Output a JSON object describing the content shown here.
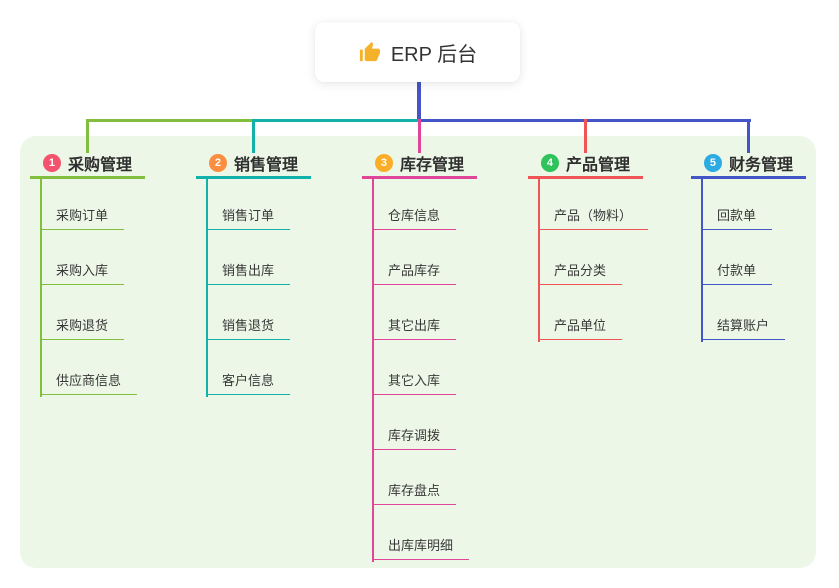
{
  "root": {
    "label": "ERP 后台",
    "icon": "thumbs-up-icon"
  },
  "colors": {
    "connector": "#4456c7",
    "panel_bg": "#edf7e7",
    "node_bg": "#ffffff"
  },
  "branches": [
    {
      "index": "1",
      "title": "采购管理",
      "badge_color": "#f4536e",
      "line_color": "#82bf3e",
      "children": [
        "采购订单",
        "采购入库",
        "采购退货",
        "供应商信息"
      ]
    },
    {
      "index": "2",
      "title": "销售管理",
      "badge_color": "#fb8e3f",
      "line_color": "#12b2ab",
      "children": [
        "销售订单",
        "销售出库",
        "销售退货",
        "客户信息"
      ]
    },
    {
      "index": "3",
      "title": "库存管理",
      "badge_color": "#fcad27",
      "line_color": "#df4699",
      "children": [
        "仓库信息",
        "产品库存",
        "其它出库",
        "其它入库",
        "库存调拨",
        "库存盘点",
        "出库库明细"
      ]
    },
    {
      "index": "4",
      "title": "产品管理",
      "badge_color": "#30c25b",
      "line_color": "#f05555",
      "children": [
        "产品（物料）",
        "产品分类",
        "产品单位"
      ]
    },
    {
      "index": "5",
      "title": "财务管理",
      "badge_color": "#2caae2",
      "line_color": "#4456c7",
      "children": [
        "回款单",
        "付款单",
        "结算账户"
      ]
    }
  ]
}
